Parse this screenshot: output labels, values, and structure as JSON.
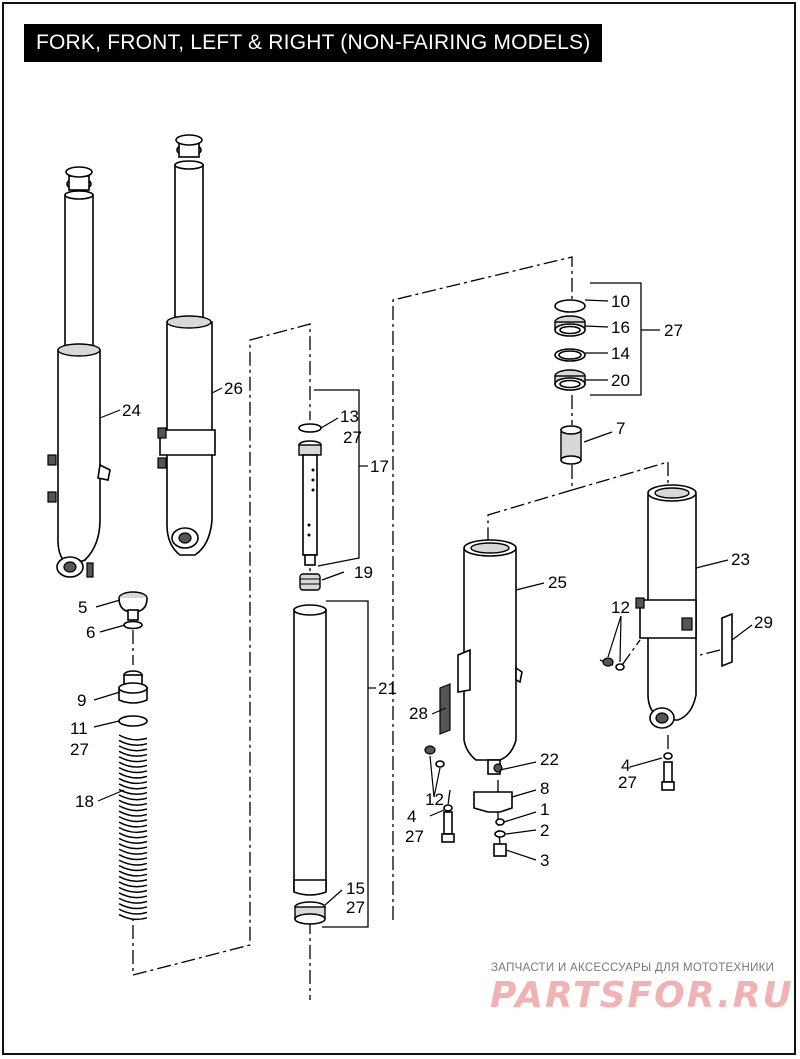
{
  "title": "FORK, FRONT, LEFT & RIGHT (NON-FAIRING MODELS)",
  "callouts": {
    "c24": "24",
    "c26": "26",
    "c5": "5",
    "c6": "6",
    "c9": "9",
    "c11": "11",
    "c27a": "27",
    "c18": "18",
    "c13": "13",
    "c27b": "27",
    "c17": "17",
    "c19": "19",
    "c21": "21",
    "c15": "15",
    "c27c": "27",
    "c10": "10",
    "c16": "16",
    "c14": "14",
    "c20": "20",
    "c27d": "27",
    "c7": "7",
    "c25": "25",
    "c23": "23",
    "c12a": "12",
    "c29": "29",
    "c28": "28",
    "c22": "22",
    "c8": "8",
    "c1": "1",
    "c12b": "12",
    "c4a": "4",
    "c27e": "27",
    "c2": "2",
    "c3": "3",
    "c4b": "4",
    "c27f": "27"
  },
  "watermark": {
    "tagline": "ЗАПЧАСТИ И АКСЕССУАРЫ ДЛЯ МОТОТЕХНИКИ",
    "logo": "PARTSFOR.RU",
    "colors": {
      "logo": "#f0b2b2",
      "tagline": "#777777"
    }
  }
}
